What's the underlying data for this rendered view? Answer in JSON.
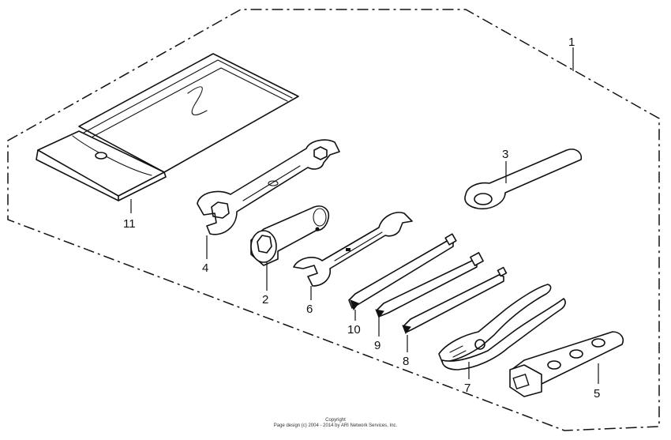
{
  "callouts": {
    "c1": "1",
    "c2": "2",
    "c3": "3",
    "c4": "4",
    "c5": "5",
    "c6": "6",
    "c7": "7",
    "c8": "8",
    "c9": "9",
    "c10": "10",
    "c11": "11"
  },
  "copyright": {
    "line1": "Copyright",
    "line2": "Page design (c) 2004 - 2014 by ARI Network Services, Inc."
  },
  "colors": {
    "ink": "#111111",
    "paper": "#ffffff"
  }
}
